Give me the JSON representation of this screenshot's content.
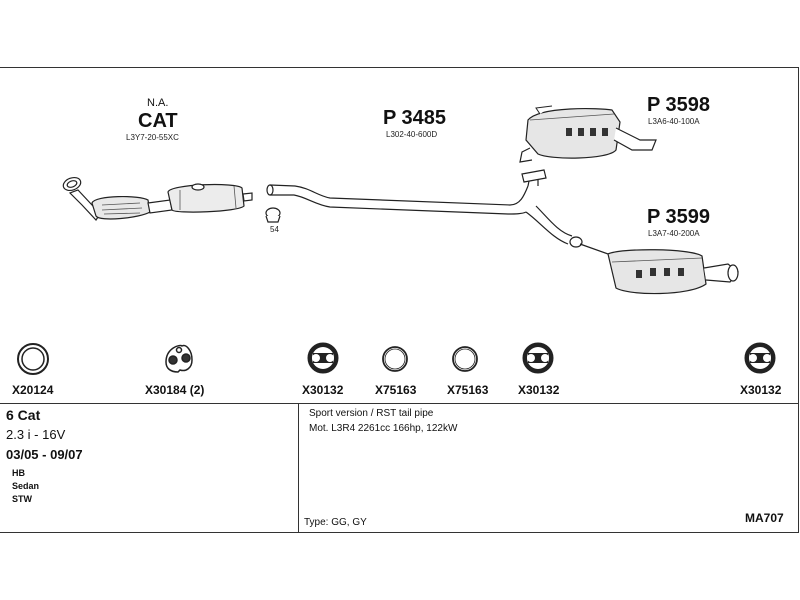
{
  "parts": {
    "cat": {
      "prefix": "N.A.",
      "name": "CAT",
      "code": "L3Y7-20-55XC"
    },
    "mid": {
      "name": "P 3485",
      "code": "L302-40-600D"
    },
    "rear_upper": {
      "name": "P 3598",
      "code": "L3A6-40-100A"
    },
    "rear_lower": {
      "name": "P 3599",
      "code": "L3A7-40-200A"
    },
    "clamp_qty": "54"
  },
  "hardware": [
    {
      "code": "X20124",
      "icon": "gasket-ring-icon"
    },
    {
      "code": "X30184 (2)",
      "icon": "hanger-icon"
    },
    {
      "code": "X30132",
      "icon": "rubber-mount-icon"
    },
    {
      "code": "X75163",
      "icon": "ring-icon"
    },
    {
      "code": "X75163",
      "icon": "ring-icon"
    },
    {
      "code": "X30132",
      "icon": "rubber-mount-icon"
    },
    {
      "code": "X30132",
      "icon": "rubber-mount-icon"
    }
  ],
  "vehicle": {
    "cat_label": "6 Cat",
    "engine": "2.3 i - 16V",
    "years": "03/05 - 09/07",
    "bodies": [
      "HB",
      "Sedan",
      "STW"
    ]
  },
  "notes": {
    "line1": "Sport version / RST tail pipe",
    "line2": "Mot. L3R4 2261cc 166hp, 122kW",
    "type": "Type:  GG, GY",
    "ref": "MA707"
  }
}
